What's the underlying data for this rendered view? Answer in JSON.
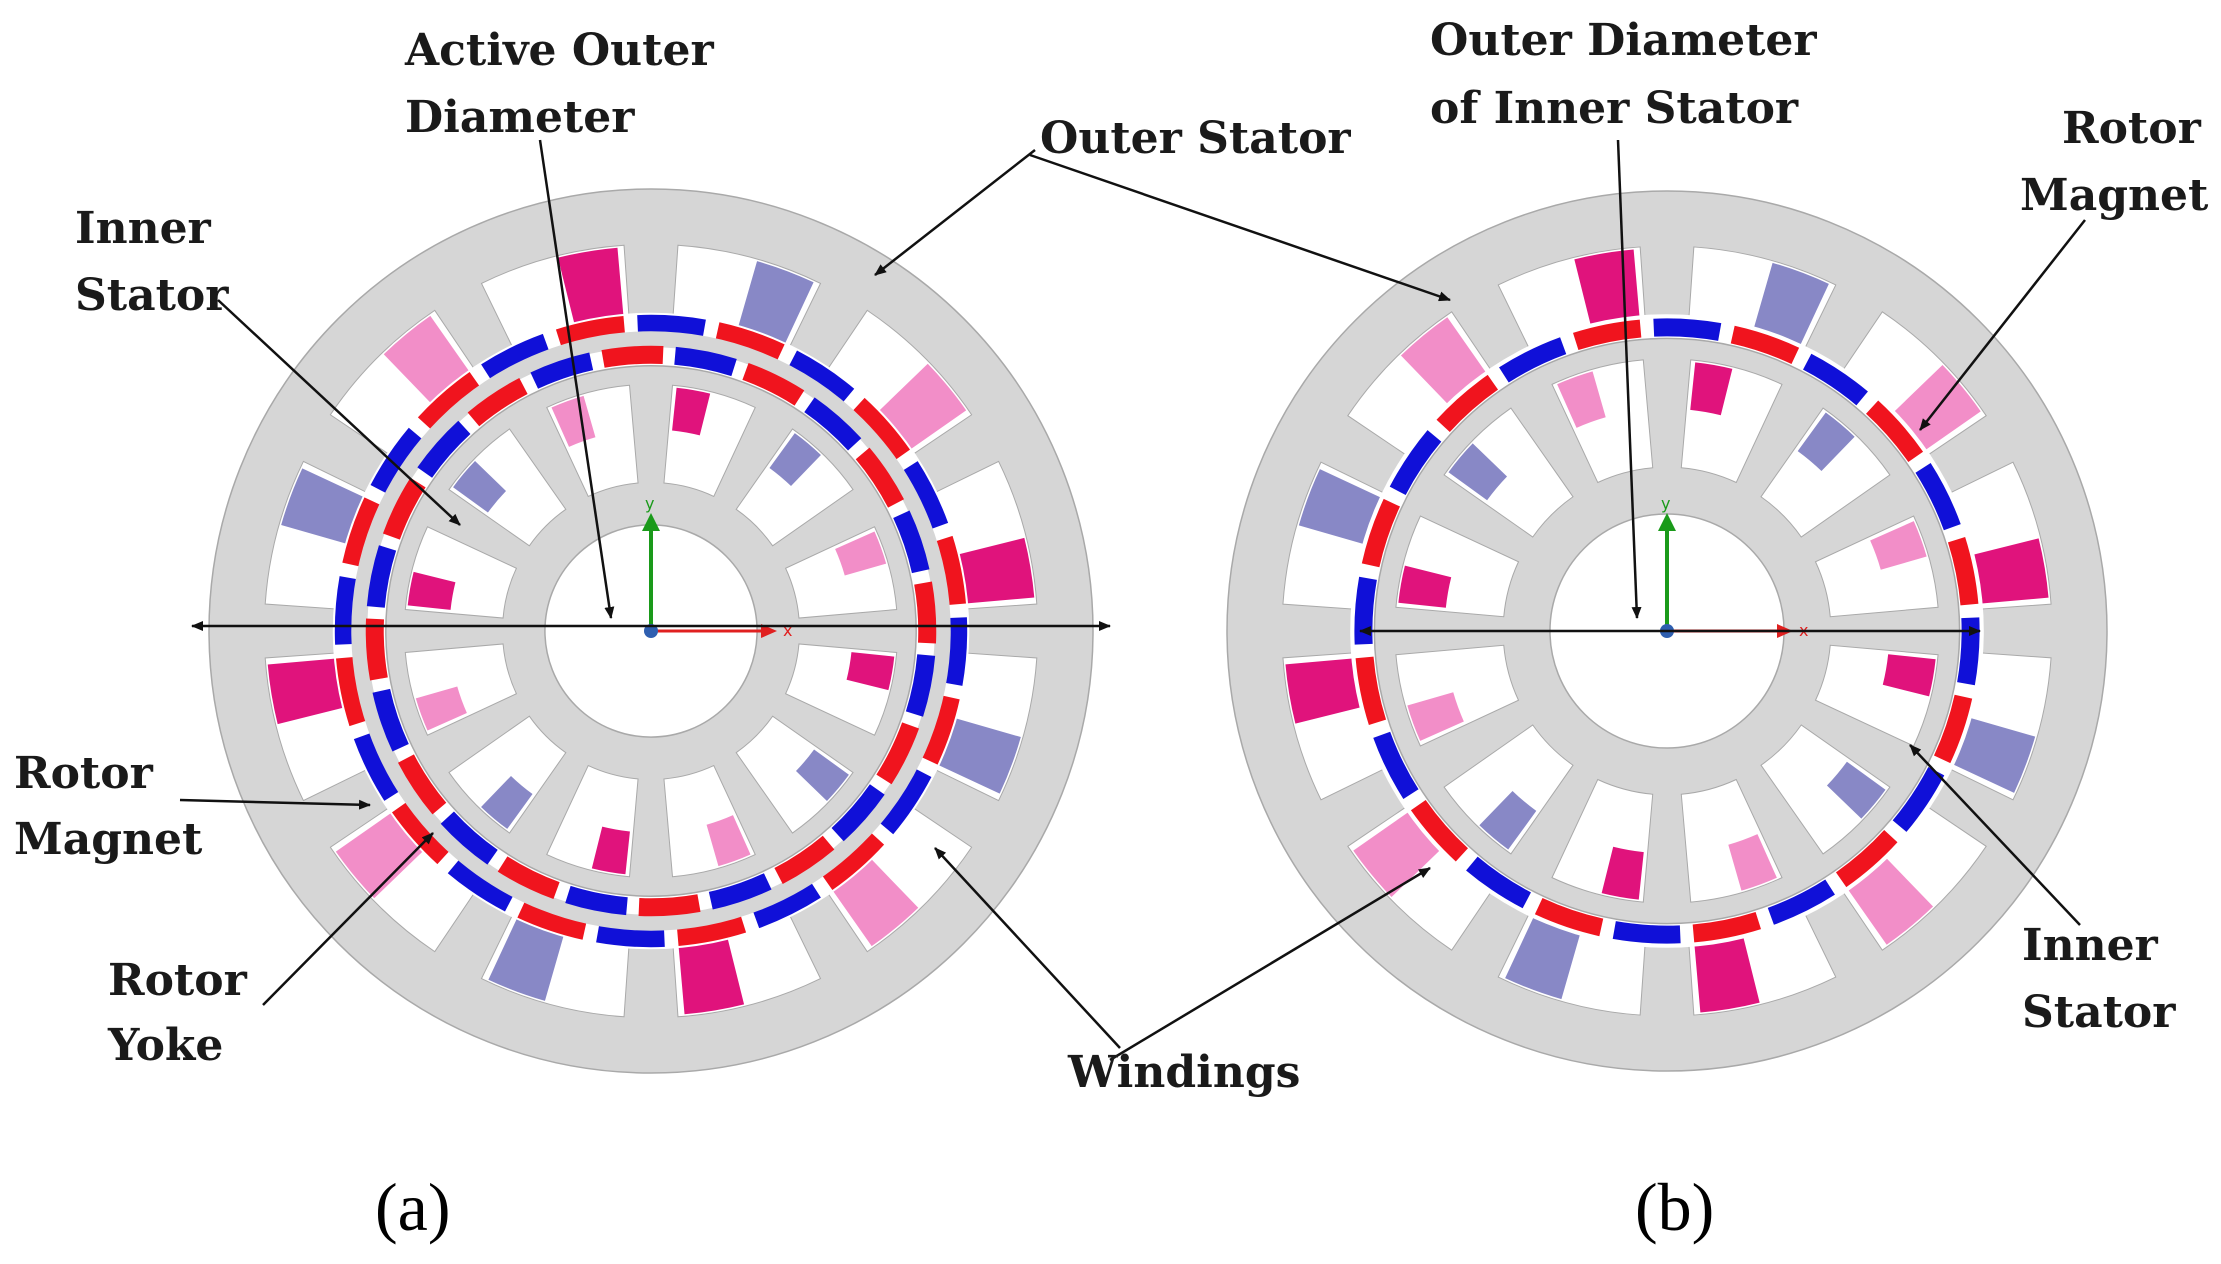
{
  "colors": {
    "steel": "#d6d6d6",
    "steel_edge": "#a9a9a9",
    "slot": "#ffffff",
    "winding_magenta": "#e0137c",
    "winding_pink": "#f28ec8",
    "winding_lavender": "#8888c6",
    "magnet_red": "#f0141e",
    "magnet_blue": "#1010d8",
    "axis_y": "#1a9a1a",
    "axis_x": "#e02020",
    "arrow": "#111111"
  },
  "panel_a": {
    "caption": "(a)",
    "labels": {
      "active_outer_diameter_1": "Active Outer",
      "active_outer_diameter_2": "Diameter",
      "outer_stator": "Outer Stator",
      "inner_stator_1": "Inner",
      "inner_stator_2": "Stator",
      "rotor_magnet_1": "Rotor",
      "rotor_magnet_2": "Magnet",
      "rotor_yoke_1": "Rotor",
      "rotor_yoke_2": "Yoke",
      "windings": "Windings"
    },
    "axis": {
      "x": "x",
      "y": "y"
    }
  },
  "panel_b": {
    "caption": "(b)",
    "labels": {
      "outer_diameter_1": "Outer Diameter",
      "outer_diameter_2": "of Inner Stator",
      "rotor_magnet_1": "Rotor",
      "rotor_magnet_2": "Magnet",
      "inner_stator_1": "Inner",
      "inner_stator_2": "Stator"
    },
    "axis": {
      "x": "x",
      "y": "y"
    }
  }
}
